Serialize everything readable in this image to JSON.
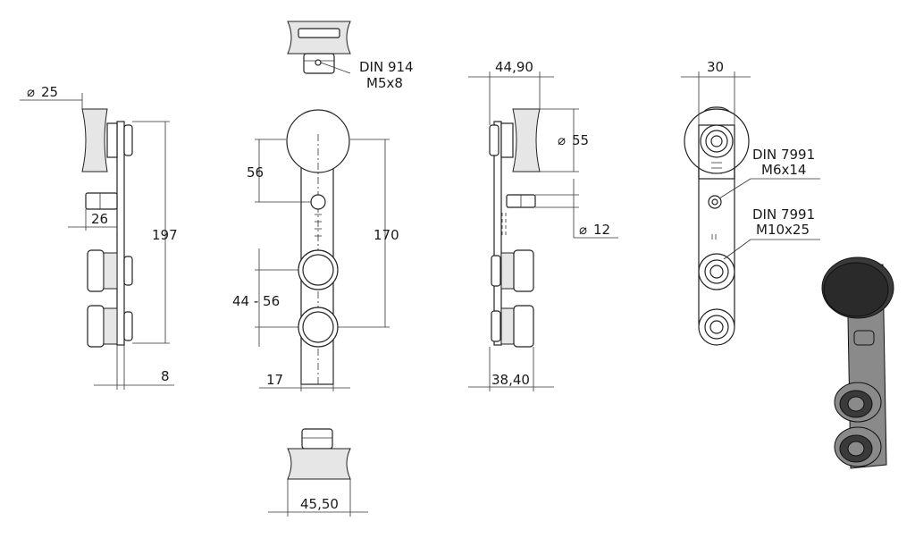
{
  "colors": {
    "ink": "#222222",
    "paper": "#ffffff",
    "render_dark": "#3a3a3a",
    "render_mid": "#8a8a8a"
  },
  "dimensions": {
    "side_view": {
      "wheel_dia": "25",
      "pin_len": "26",
      "height": "197",
      "plate": "8"
    },
    "front_view": {
      "hole_spacing": "56",
      "length": "170",
      "adjust": "44 - 56",
      "width": "17",
      "wheel_width": "45,50"
    },
    "top_label": {
      "line1": "DIN 914",
      "line2": "M5x8"
    },
    "section_view": {
      "depth": "44,90",
      "disc_dia": "55",
      "pin_dia": "12",
      "base": "38,40"
    },
    "back_view": {
      "width": "30",
      "screw1_line1": "DIN 7991",
      "screw1_line2": "M6x14",
      "screw2_line1": "DIN 7991",
      "screw2_line2": "M10x25"
    }
  },
  "icons": [
    "diameter-icon"
  ]
}
